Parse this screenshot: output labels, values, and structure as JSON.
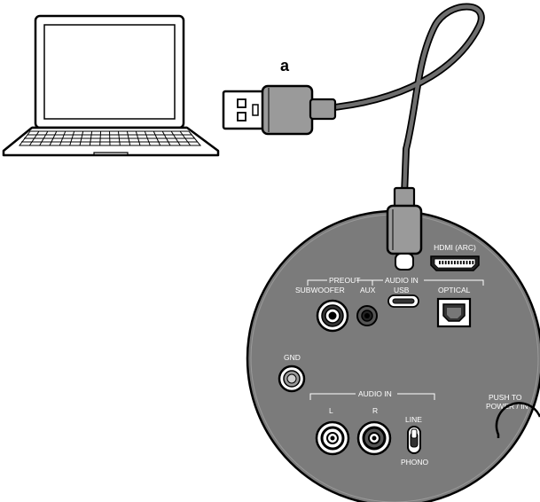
{
  "callout": {
    "label": "a"
  },
  "panel": {
    "hdmi_label": "HDMI (ARC)",
    "preout_label": "PREOUT",
    "audio_in_top_label": "AUDIO IN",
    "subwoofer_label": "SUBWOOFER",
    "aux_label": "AUX",
    "usb_label": "USB",
    "optical_label": "OPTICAL",
    "gnd_label": "GND",
    "audio_in_bottom_label": "AUDIO IN",
    "left_label": "L",
    "right_label": "R",
    "line_label": "LINE",
    "phono_label": "PHONO",
    "push_label_1": "PUSH TO",
    "push_label_2": "POWER / IN"
  },
  "colors": {
    "panel_fill": "#7b7b7b",
    "cable": "#6e6e6e",
    "plug_body": "#9a9a9a",
    "outline": "#000000"
  }
}
